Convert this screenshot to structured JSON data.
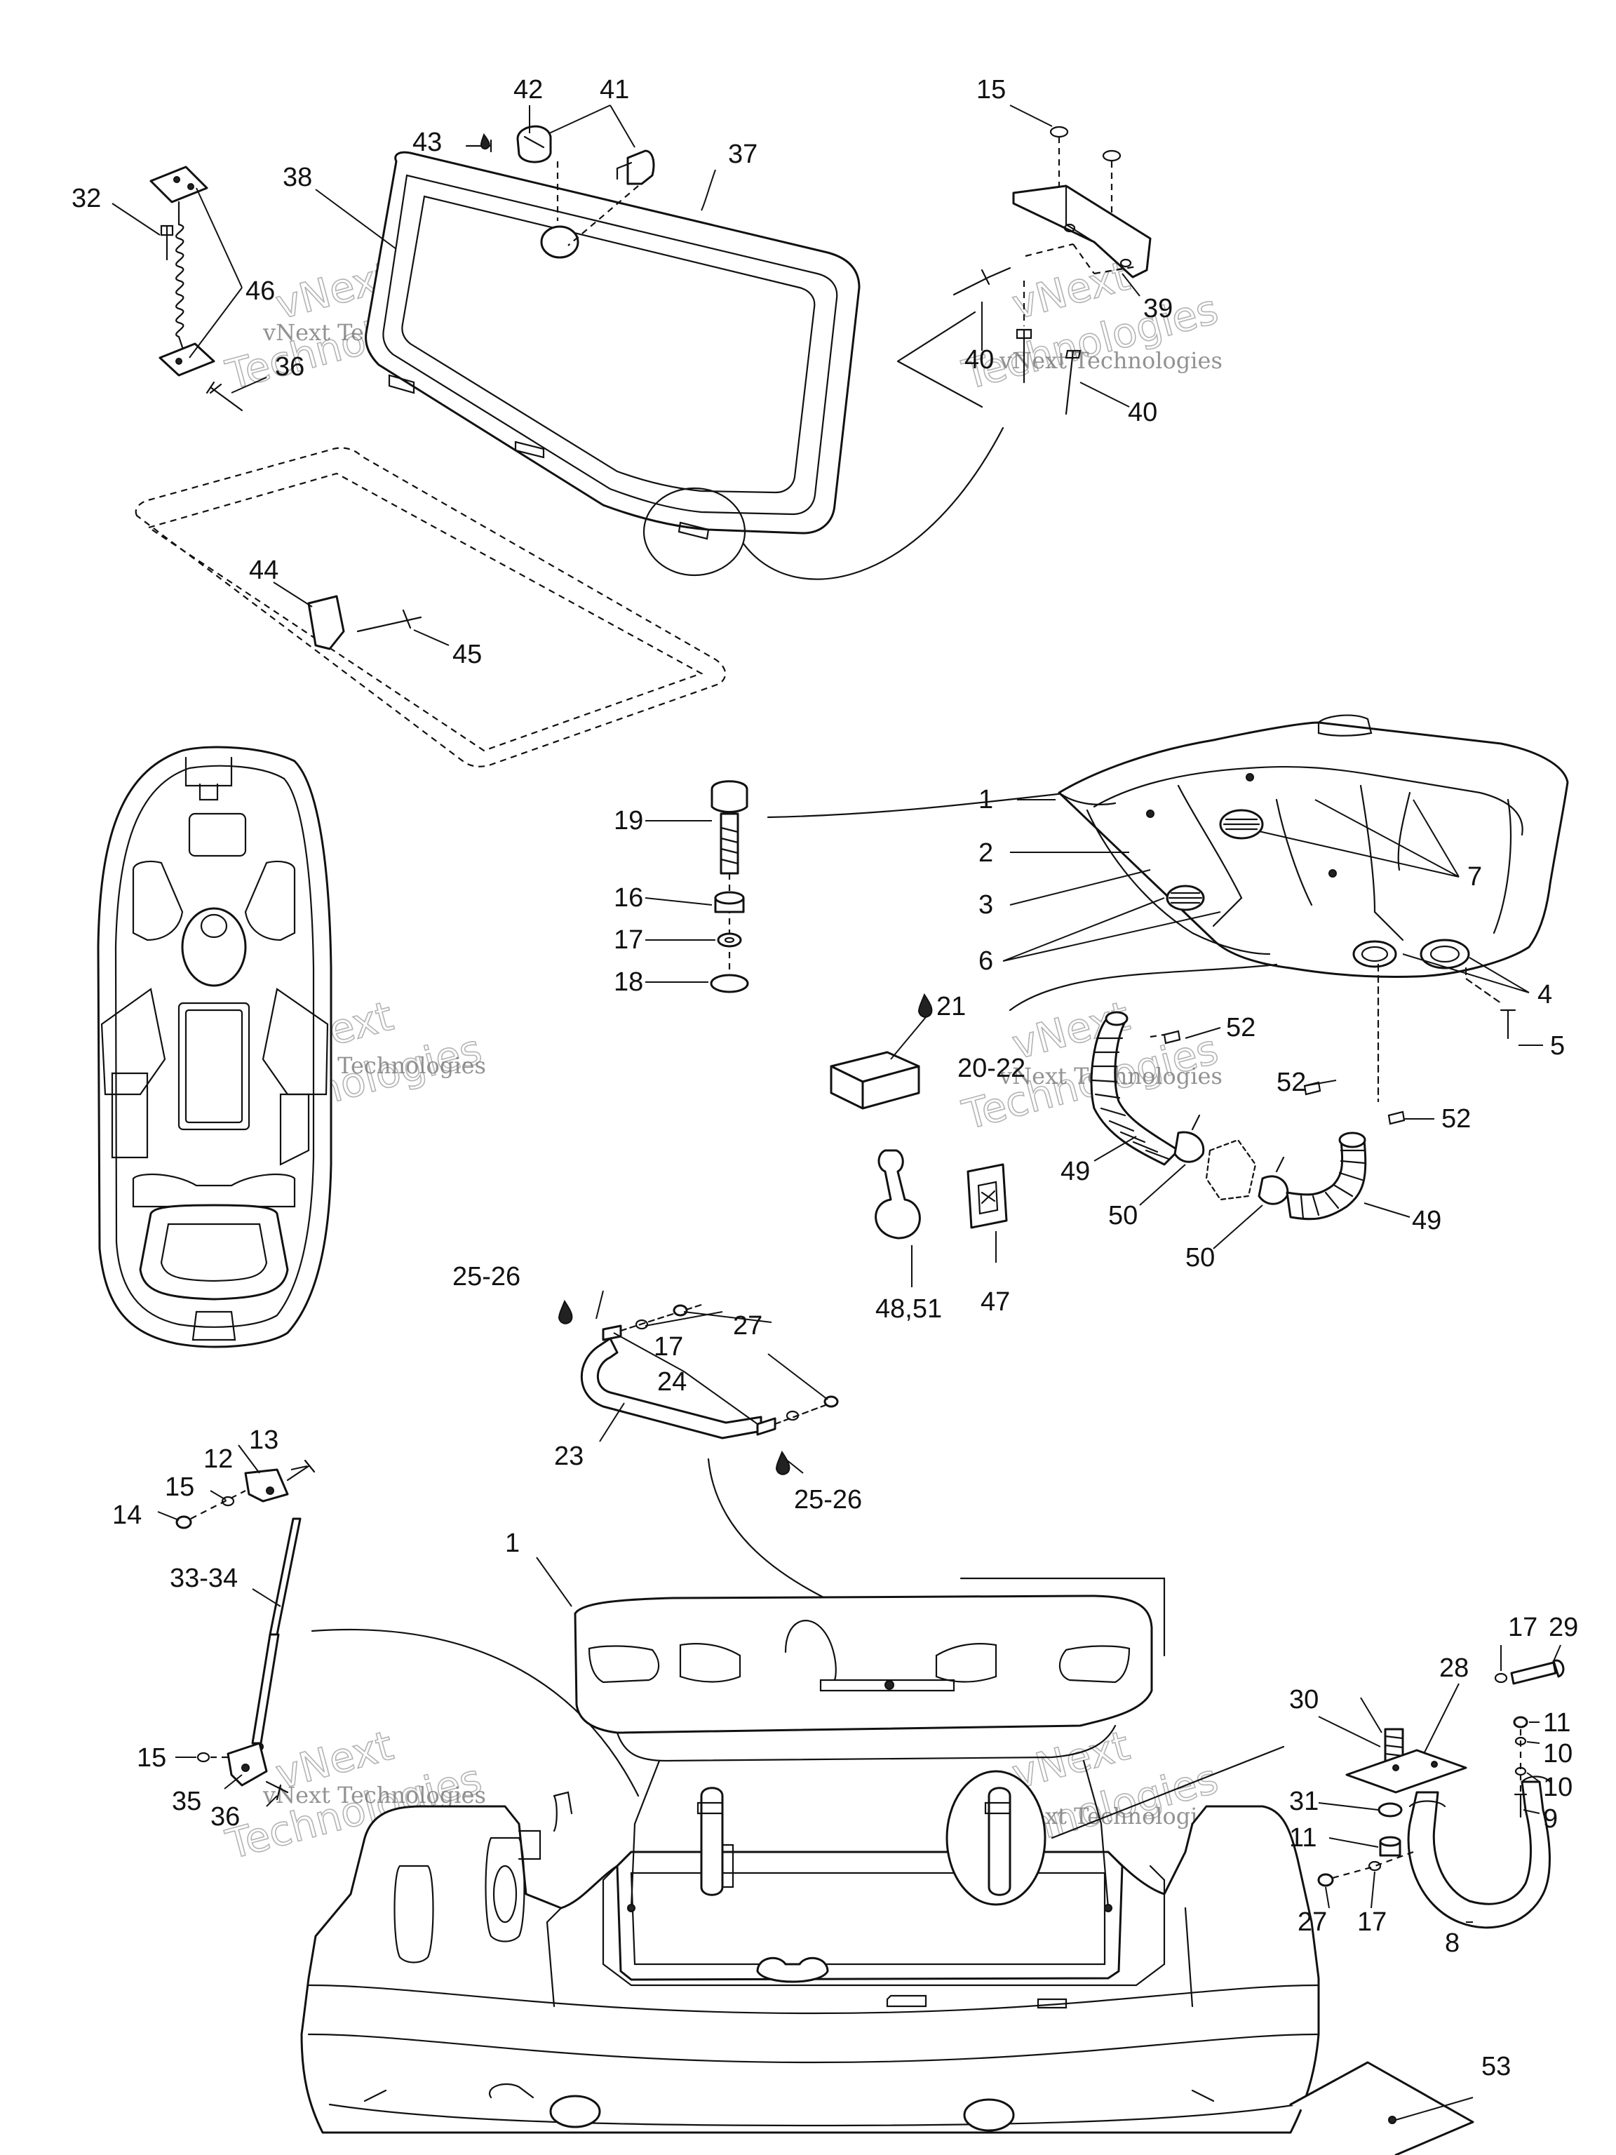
{
  "watermark": {
    "line1": "vNext",
    "line2": "Technologies",
    "caption": "vNext Technologies"
  },
  "callouts": {
    "c1": "1",
    "c1b": "1",
    "c2": "2",
    "c3": "3",
    "c4": "4",
    "c5": "5",
    "c6": "6",
    "c7": "7",
    "c8": "8",
    "c9": "9",
    "c10a": "10",
    "c10b": "10",
    "c11a": "11",
    "c11b": "11",
    "c12": "12",
    "c13": "13",
    "c14": "14",
    "c15a": "15",
    "c15b": "15",
    "c15c": "15",
    "c16": "16",
    "c17a": "17",
    "c17b": "17",
    "c17c": "17",
    "c17d": "17",
    "c18": "18",
    "c19": "19",
    "c20": "20-22",
    "c21": "21",
    "c23": "23",
    "c24": "24",
    "c2526a": "25-26",
    "c2526b": "25-26",
    "c27a": "27",
    "c27b": "27",
    "c28": "28",
    "c29": "29",
    "c30": "30",
    "c31": "31",
    "c32": "32",
    "c3334": "33-34",
    "c35": "35",
    "c36a": "36",
    "c36b": "36",
    "c37": "37",
    "c38": "38",
    "c39": "39",
    "c40a": "40",
    "c40b": "40",
    "c41": "41",
    "c42": "42",
    "c43": "43",
    "c44": "44",
    "c45": "45",
    "c46": "46",
    "c47": "47",
    "c4851": "48,51",
    "c49a": "49",
    "c49b": "49",
    "c50a": "50",
    "c50b": "50",
    "c52a": "52",
    "c52b": "52",
    "c52c": "52",
    "c53": "53"
  }
}
